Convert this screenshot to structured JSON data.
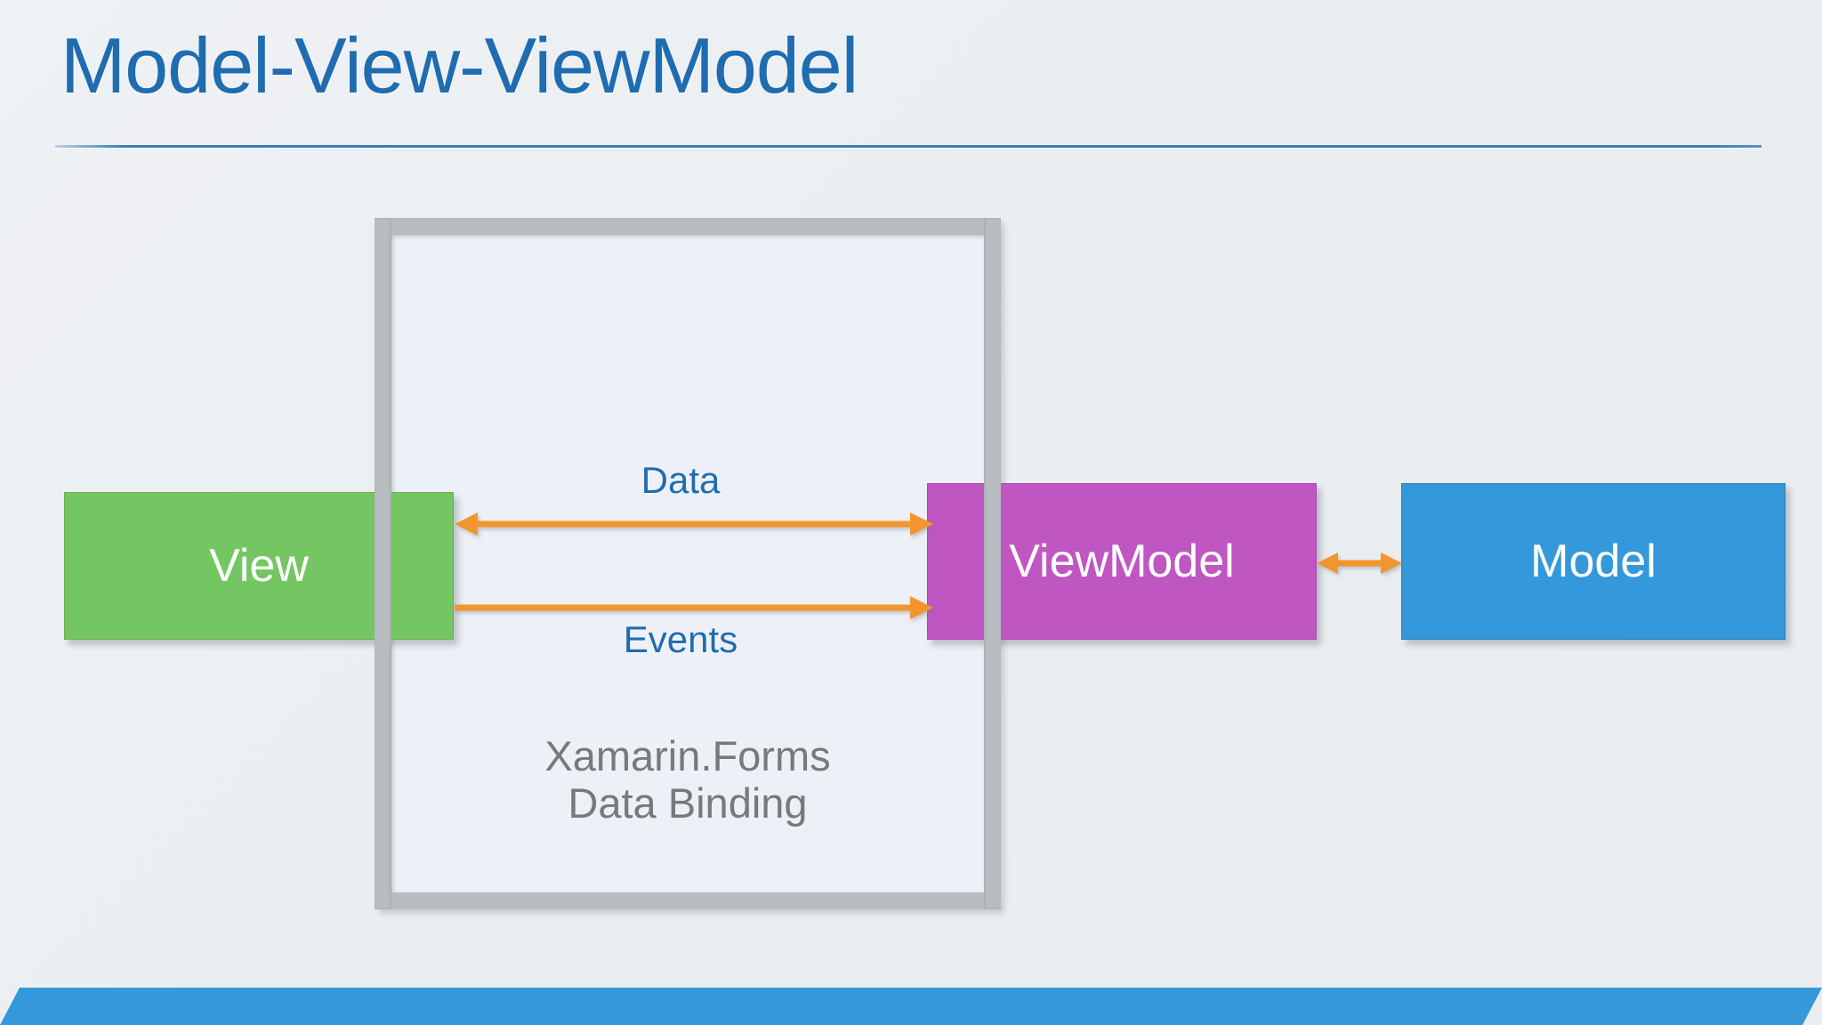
{
  "slide": {
    "title": "Model-View-ViewModel",
    "background_color": "#eceff1",
    "title_color": "#1f6cb0",
    "accent_color": "#3498db"
  },
  "diagram": {
    "boxes": [
      {
        "id": "view",
        "label": "View",
        "color": "#74c662"
      },
      {
        "id": "viewmodel",
        "label": "ViewModel",
        "color": "#bf56c2"
      },
      {
        "id": "model",
        "label": "Model",
        "color": "#3498db"
      }
    ],
    "connectors": [
      {
        "id": "data",
        "label": "Data",
        "from": "view",
        "to": "viewmodel",
        "heads": "both",
        "color": "#f2952e"
      },
      {
        "id": "events",
        "label": "Events",
        "from": "view",
        "to": "viewmodel",
        "heads": "end",
        "color": "#f2952e"
      },
      {
        "id": "vm-to-model",
        "label": "",
        "from": "viewmodel",
        "to": "model",
        "heads": "both",
        "color": "#f2952e"
      }
    ],
    "container": {
      "caption_line1": "Xamarin.Forms",
      "caption_line2": "Data Binding",
      "border_color": "#b6bcbf",
      "fill_color": "#edf0f6"
    }
  },
  "footer": {
    "bar_color": "#3498db"
  }
}
